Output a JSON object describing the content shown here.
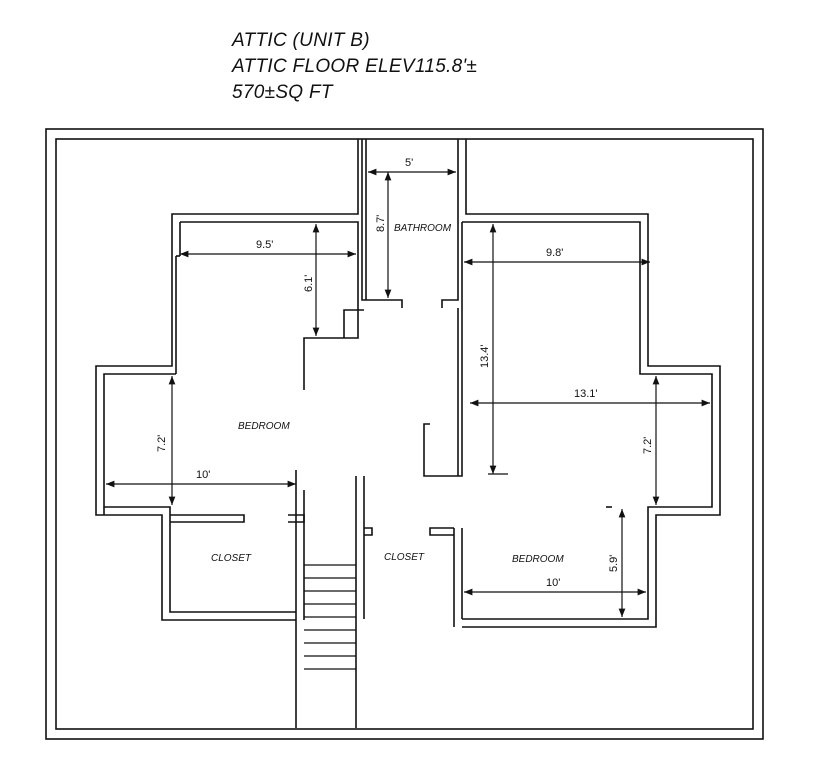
{
  "header": {
    "line1": "ATTIC (UNIT B)",
    "line2": "ATTIC FLOOR ELEV115.8'±",
    "line3": "570±SQ FT"
  },
  "rooms": {
    "bathroom": "BATHROOM",
    "bedroom_left": "BEDROOM",
    "bedroom_right": "BEDROOM",
    "closet_left": "CLOSET",
    "closet_center": "CLOSET"
  },
  "dimensions": {
    "bath_width": "5'",
    "bath_depth": "8.7'",
    "left_upper_width": "9.5'",
    "left_upper_depth": "6.1'",
    "left_wing_depth": "7.2'",
    "left_lower_width": "10'",
    "right_upper_width": "9.8'",
    "right_depth": "13.4'",
    "right_mid_width": "13.1'",
    "right_wing_depth": "7.2'",
    "right_lower_depth": "5.9'",
    "right_lower_width": "10'"
  }
}
